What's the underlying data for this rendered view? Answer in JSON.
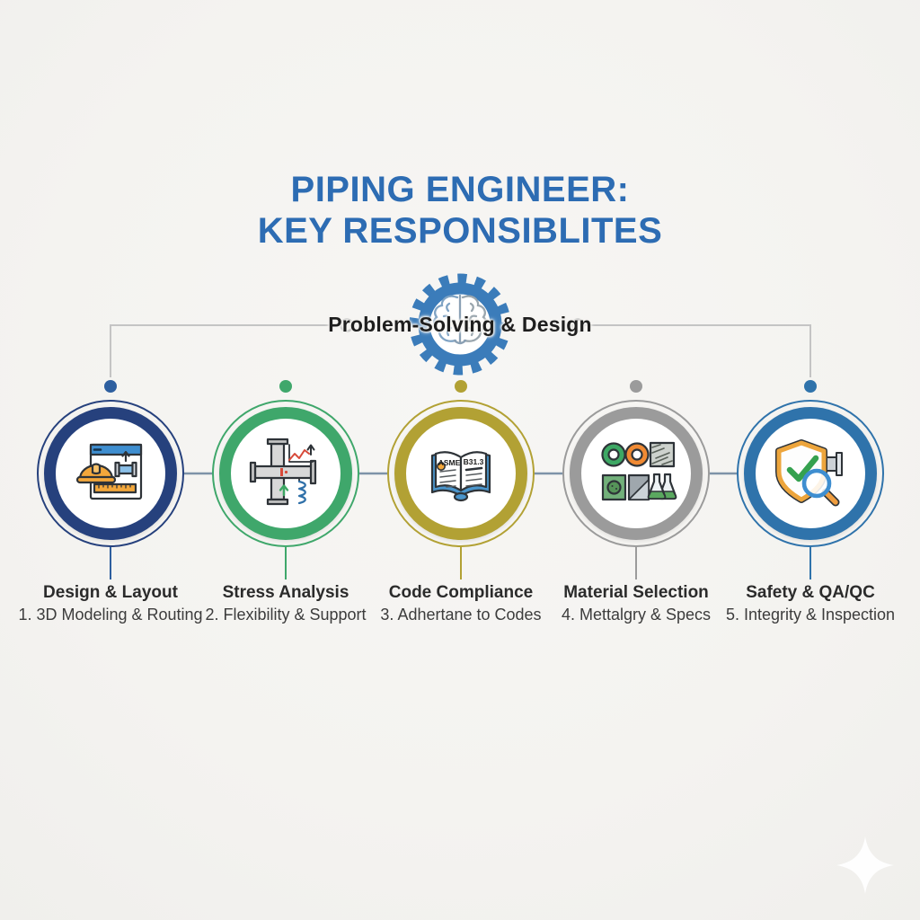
{
  "background_color": "#f5f4f1",
  "title": {
    "line1": "PIPING ENGINEER:",
    "line2": "KEY RESPONSIBLITES",
    "color": "#2d6cb3"
  },
  "center_node": {
    "label": "Problem-Solving & Design",
    "icon": "brain-gear-icon",
    "gear_color": "#3b7cba"
  },
  "connectors": {
    "elbow_line_color": "#c4c4c4",
    "inter_circle_line_color": "#7e93a8"
  },
  "columns": [
    {
      "title": "Design & Layout",
      "subtitle": "1. 3D Modeling & Routing",
      "icon": "cad-design-icon",
      "ring_color": "#26417d",
      "dot_color": "#2d5f9f"
    },
    {
      "title": "Stress Analysis",
      "subtitle": "2. Flexibility & Support",
      "icon": "pipe-stress-icon",
      "ring_color": "#3fa76b",
      "dot_color": "#3fa76b"
    },
    {
      "title": "Code Compliance",
      "subtitle": "3. Adhertane to Codes",
      "icon": "codes-book-icon",
      "icon_text_left": "ASME",
      "icon_text_right": "B31.3",
      "ring_color": "#b2a134",
      "dot_color": "#b2a134"
    },
    {
      "title": "Material Selection",
      "subtitle": "4. Mettalgry & Specs",
      "icon": "material-samples-icon",
      "ring_color": "#9b9b9b",
      "dot_color": "#9b9b9b"
    },
    {
      "title": "Safety & QA/QC",
      "subtitle": "5. Integrity & Inspection",
      "icon": "shield-inspection-icon",
      "ring_color": "#2f73ab",
      "dot_color": "#2f73ab"
    }
  ],
  "watermark": {
    "icon": "sparkle-icon",
    "color": "#fefefe"
  }
}
